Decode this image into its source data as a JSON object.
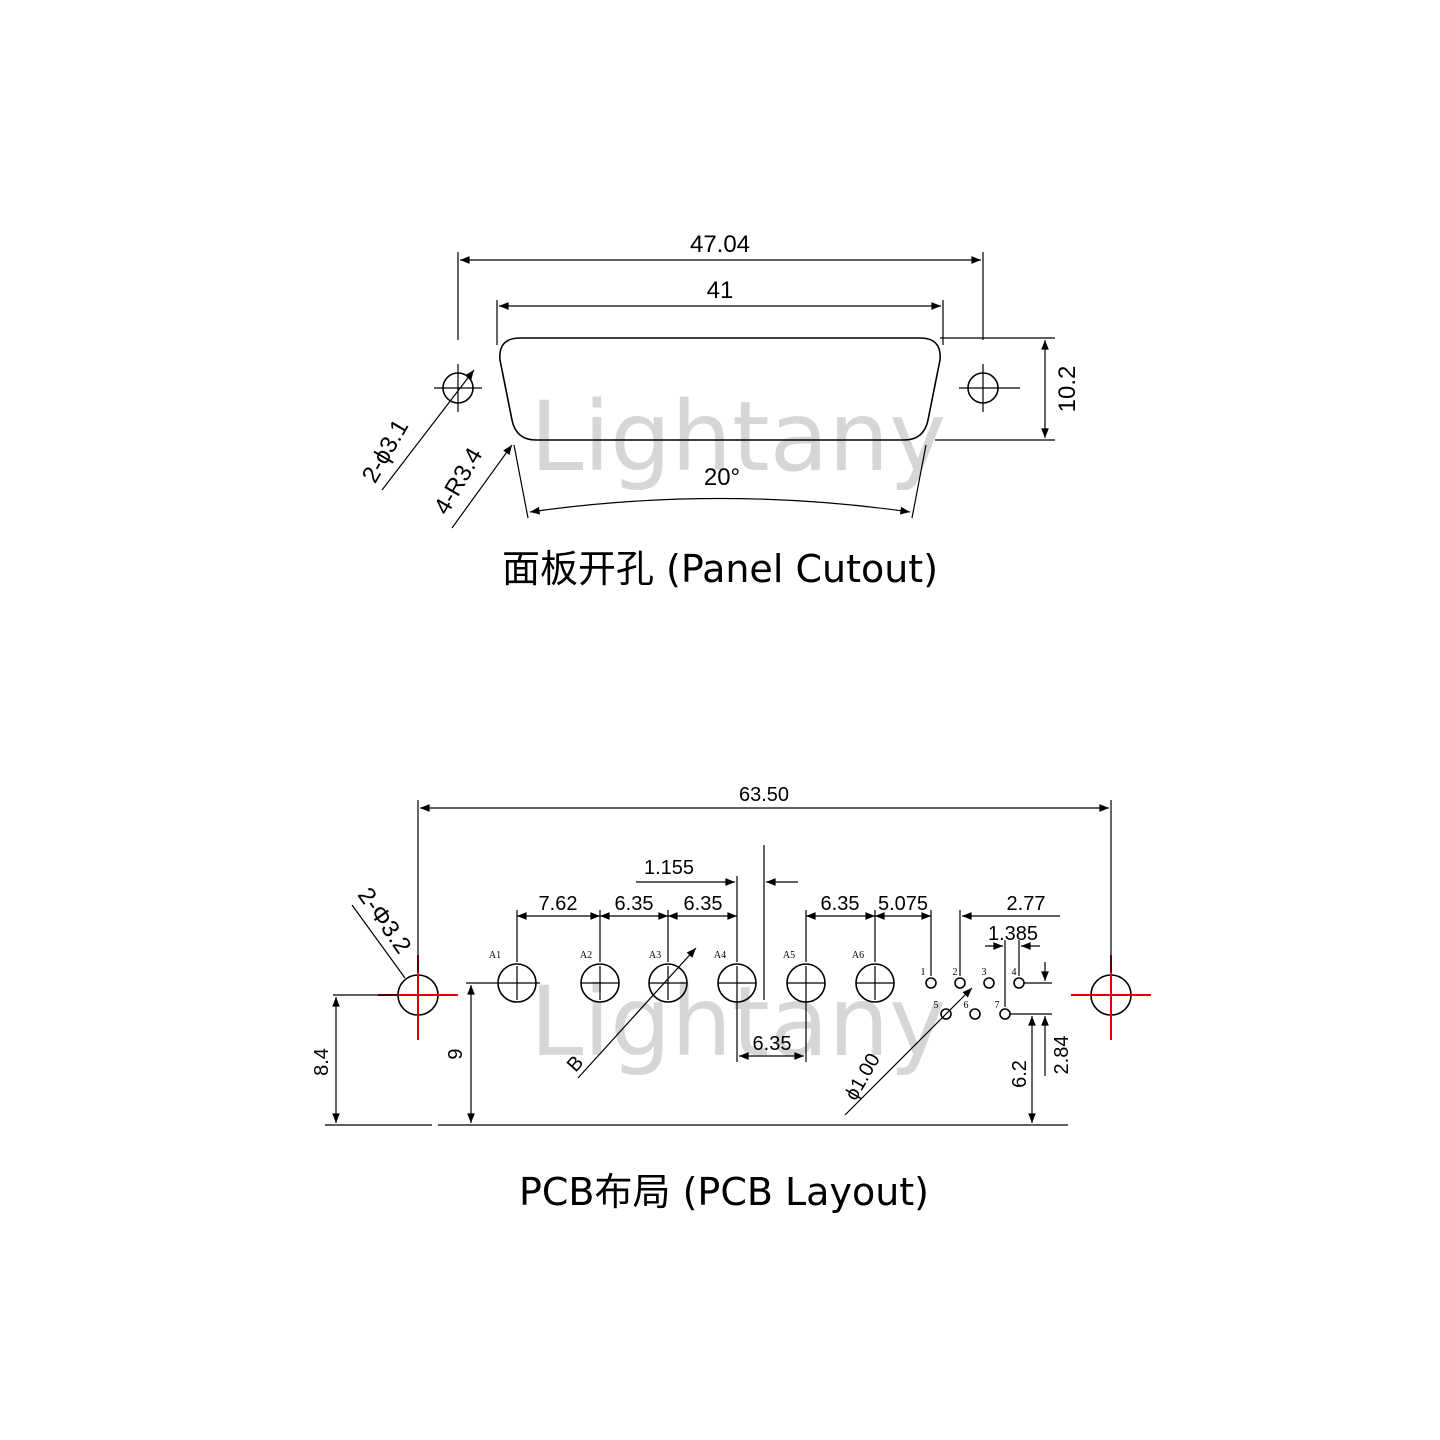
{
  "watermark": "Lightany",
  "panel_cutout": {
    "caption": "面板开孔 (Panel Cutout)",
    "dim_overall": "47.04",
    "dim_opening": "41",
    "dim_height": "10.2",
    "dim_angle": "20°",
    "dim_holes": "2-ϕ3.1",
    "dim_radius": "4-R3.4"
  },
  "pcb_layout": {
    "caption": "PCB布局 (PCB Layout)",
    "dim_overall": "63.50",
    "dim_holes": "2-Φ3.2",
    "dim_1155": "1.155",
    "dim_762": "7.62",
    "dim_635_a": "6.35",
    "dim_635_b": "6.35",
    "dim_635_c": "6.35",
    "dim_5075": "5.075",
    "dim_277": "2.77",
    "dim_1385": "1.385",
    "dim_635_bottom": "6.35",
    "dim_84": "8.4",
    "dim_9": "9",
    "dim_62": "6.2",
    "dim_284": "2.84",
    "dim_b": "B",
    "dim_phi100": "ϕ1.00",
    "pins_large": [
      "A1",
      "A2",
      "A3",
      "A4",
      "A5",
      "A6"
    ],
    "pins_small": [
      "1",
      "2",
      "3",
      "4",
      "5",
      "6",
      "7"
    ]
  }
}
